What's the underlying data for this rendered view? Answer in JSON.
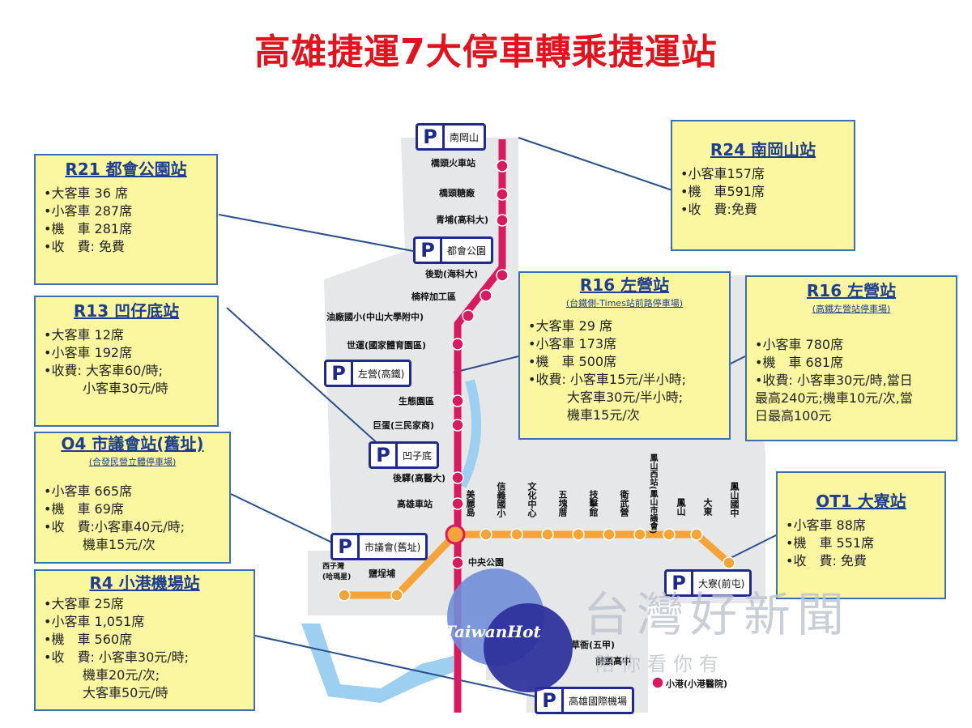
{
  "title": "高雄捷運7大停車轉乘捷運站",
  "colors": {
    "title": "#e0141e",
    "red_line": "#d81b60",
    "orange_line": "#f5a43a",
    "box_fill": "#fbf7a0",
    "box_border": "#3d6fb0",
    "label_border": "#1f2a8c"
  },
  "boxes": {
    "r21": {
      "title": "R21 都會公園站",
      "lines": [
        "•大客車 36 席",
        "•小客車 287席",
        "•機　車 281席",
        "•收　費: 免費"
      ]
    },
    "r24": {
      "title": "R24 南岡山站",
      "lines": [
        "•小客車157席",
        "•機　車591席",
        "•收　費:免費"
      ]
    },
    "r13": {
      "title": "R13 凹仔底站",
      "lines": [
        "•大客車 12席",
        "•小客車 192席",
        "•收費: 大客車60/時;",
        "　　　小客車30元/時"
      ]
    },
    "r16a": {
      "title": "R16 左營站",
      "subtitle": "(台鐵側-Times站前路停車場)",
      "lines": [
        "•大客車 29 席",
        "•小客車 173席",
        "•機　車 500席",
        "•收費: 小客車15元/半小時;",
        "　　　大客車30元/半小時;",
        "　　　機車15元/次"
      ]
    },
    "r16b": {
      "title": "R16 左營站",
      "subtitle": "(高鐵左營站停車場)",
      "lines": [
        "•小客車 780席",
        "•機　車 681席",
        "•收費: 小客車30元/時,當日",
        "最高240元;機車10元/次,當",
        "日最高100元"
      ]
    },
    "o4": {
      "title": "O4 市議會站(舊址)",
      "subtitle": "(合發民營立體停車場)",
      "lines": [
        "•小客車 665席",
        "•機　車 69席",
        "•收　費:小客車40元/時;",
        "　　　機車15元/次"
      ]
    },
    "ot1": {
      "title": "OT1 大寮站",
      "lines": [
        "•小客車 88席",
        "•機　車 551席",
        "•收　費: 免費"
      ]
    },
    "r4": {
      "title": "R4 小港機場站",
      "lines": [
        "•大客車 25席",
        "•小客車 1,051席",
        "•機　車 560席",
        "•收　費: 小客車30元/時;",
        "　　　機車20元/次;",
        "　　　大客車50元/時"
      ]
    }
  },
  "parking_labels": {
    "r24": "南岡山",
    "r21": "都會公園",
    "r16": "左營(高鐵)",
    "r13": "凹子底",
    "o4": "市議會(舊址)",
    "ot1": "大寮(前屯)",
    "r4": "高雄國際機場"
  },
  "stations": {
    "s1": "橋頭火車站",
    "s2": "橋頭糖廠",
    "s3": "青埔(高科大)",
    "s4": "後勁(海科大)",
    "s5": "楠梓加工區",
    "s6": "油廠國小(中山大學附中)",
    "s7": "世運(國家體育園區)",
    "s8": "生態園區",
    "s9": "巨蛋(三民家商)",
    "s10": "後驛(高醫大)",
    "s11": "高雄車站",
    "s12": "中央公園",
    "s13": "鹽埕埔",
    "s14": "西子灣(哈瑪星)",
    "s15": "草衙(五甲)",
    "s16": "前鎮高中",
    "s17": "小港(小港醫院)",
    "o_names": [
      "美麗島",
      "信義國小",
      "文化中心",
      "五塊厝",
      "技擊館",
      "衛武營",
      "鳳山西站(鳳山市議會)",
      "鳳山",
      "大東",
      "鳳山國中"
    ]
  },
  "logo_text": "TaiwanHot",
  "watermark": "台灣好新聞",
  "watermark_sub": "陪你看你有"
}
